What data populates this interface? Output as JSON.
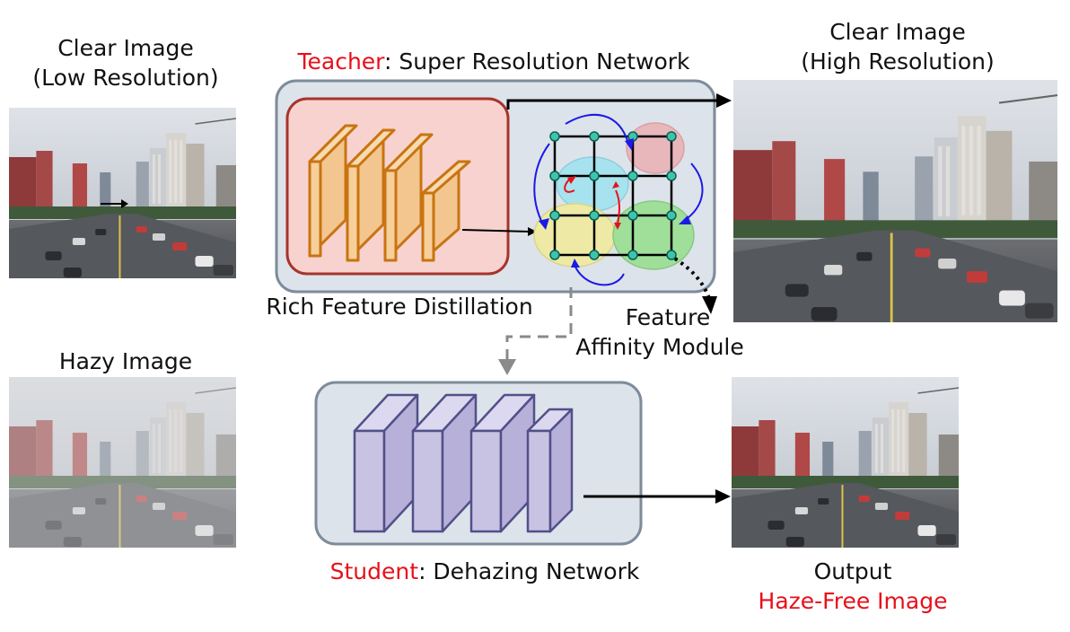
{
  "labels": {
    "clear_low_line1": "Clear Image",
    "clear_low_line2": "(Low Resolution)",
    "clear_high_line1": "Clear Image",
    "clear_high_line2": "(High Resolution)",
    "teacher_word": "Teacher",
    "teacher_rest": ": Super Resolution Network",
    "rich_feature": "Rich Feature Distillation",
    "feature_line1": "Feature",
    "feature_line2": "Affinity Module",
    "hazy": "Hazy Image",
    "student_word": "Student",
    "student_rest": ": Dehazing Network",
    "output": "Output",
    "haze_free": "Haze-Free Image"
  },
  "colors": {
    "accent_red": "#e8101a",
    "teacher_box": "#dde3ea",
    "teacher_inner": "#f8d2cf",
    "student_box": "#dde3ea",
    "teacher_layers": "#f3c690",
    "student_layers": "#c9c3e3"
  }
}
